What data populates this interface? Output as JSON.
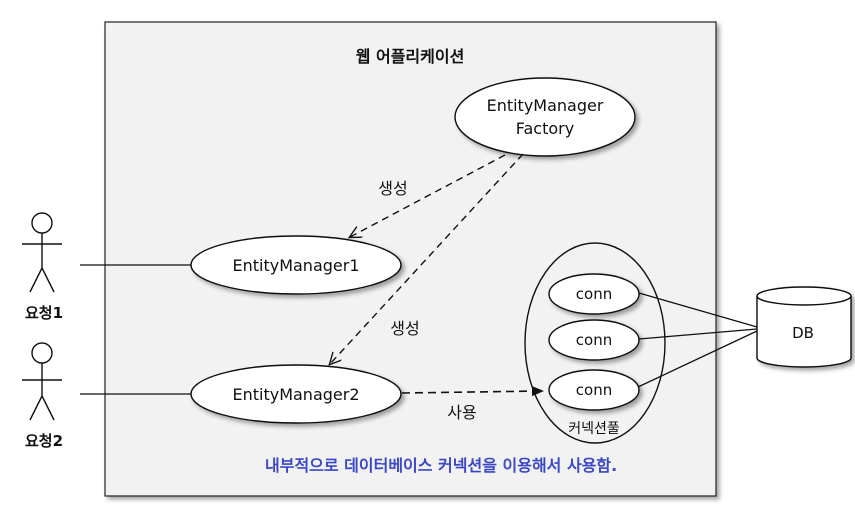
{
  "diagram": {
    "container_title": "웹 어플리케이션",
    "factory": {
      "line1": "EntityManager",
      "line2": "Factory"
    },
    "entity_manager_1": "EntityManager1",
    "entity_manager_2": "EntityManager2",
    "create_label_1": "생성",
    "create_label_2": "생성",
    "use_label": "사용",
    "connections": [
      "conn",
      "conn",
      "conn"
    ],
    "pool_label": "커넥션풀",
    "db_label": "DB",
    "actor_1": "요청1",
    "actor_2": "요청2",
    "note": "내부적으로 데이터베이스 커넥션을 이용해서 사용함."
  },
  "colors": {
    "note": "#3a48c8",
    "container_fill": "#f2f2f2"
  }
}
